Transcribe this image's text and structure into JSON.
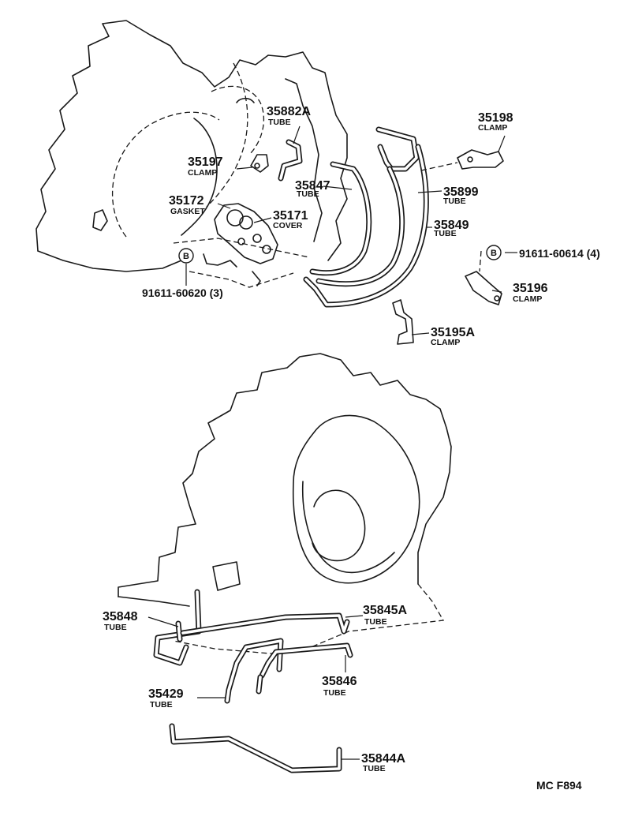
{
  "parts": [
    {
      "id": "p35882a",
      "number": "35882A",
      "desc": "TUBE"
    },
    {
      "id": "p35197",
      "number": "35197",
      "desc": "CLAMP"
    },
    {
      "id": "p35847",
      "number": "35847",
      "desc": "TUBE"
    },
    {
      "id": "p35172",
      "number": "35172",
      "desc": "GASKET"
    },
    {
      "id": "p35171",
      "number": "35171",
      "desc": "COVER"
    },
    {
      "id": "p35198",
      "number": "35198",
      "desc": "CLAMP"
    },
    {
      "id": "p35899",
      "number": "35899",
      "desc": "TUBE"
    },
    {
      "id": "p35849",
      "number": "35849",
      "desc": "TUBE"
    },
    {
      "id": "p35196",
      "number": "35196",
      "desc": "CLAMP"
    },
    {
      "id": "p35195a",
      "number": "35195A",
      "desc": "CLAMP"
    },
    {
      "id": "p35848",
      "number": "35848",
      "desc": "TUBE"
    },
    {
      "id": "p35845a",
      "number": "35845A",
      "desc": "TUBE"
    },
    {
      "id": "p35846",
      "number": "35846",
      "desc": "TUBE"
    },
    {
      "id": "p35429",
      "number": "35429",
      "desc": "TUBE"
    },
    {
      "id": "p35844a",
      "number": "35844A",
      "desc": "TUBE"
    }
  ],
  "fasteners": [
    {
      "id": "b1",
      "badge": "B",
      "number": "91611-60620 (3)"
    },
    {
      "id": "b2",
      "badge": "B",
      "number": "91611-60614 (4)"
    }
  ],
  "diagram_code": "MC F894"
}
